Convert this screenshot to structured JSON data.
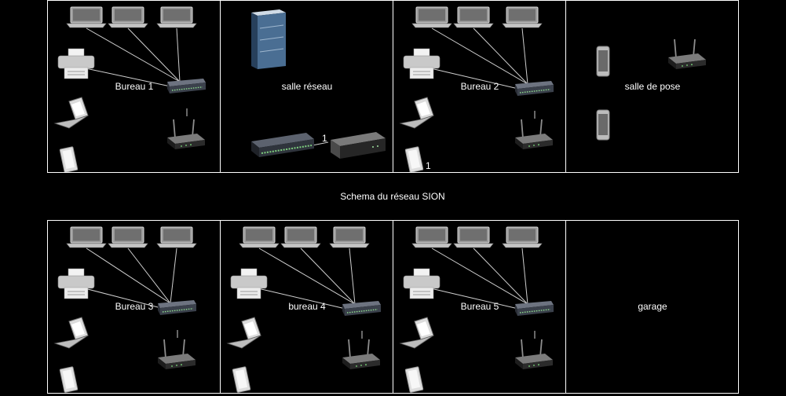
{
  "diagram": {
    "caption": "Schema du réseau SION",
    "background": "#000000",
    "border_color": "#ffffff",
    "link_color": "#d0d0d0",
    "rooms": [
      {
        "id": "bureau-1",
        "label": "Bureau 1"
      },
      {
        "id": "salle-reseau",
        "label": "salle réseau"
      },
      {
        "id": "bureau-2",
        "label": "Bureau 2"
      },
      {
        "id": "salle-de-pose",
        "label": "salle de pose"
      },
      {
        "id": "bureau-3",
        "label": "Bureau 3"
      },
      {
        "id": "bureau-4",
        "label": "bureau 4"
      },
      {
        "id": "bureau-5",
        "label": "Bureau 5"
      },
      {
        "id": "garage",
        "label": "garage"
      }
    ],
    "port_labels": {
      "salle_reseau_link": "1",
      "bureau_2_link": "1"
    },
    "icons": {
      "laptop": "laptop-icon",
      "printer": "printer-icon",
      "notebook": "notebook-icon",
      "tablet": "tablet-icon",
      "switch": "network-switch-icon",
      "access_point": "wifi-router-icon",
      "server": "server-rack-icon",
      "modem": "modem-icon",
      "phone": "smartphone-icon"
    }
  }
}
